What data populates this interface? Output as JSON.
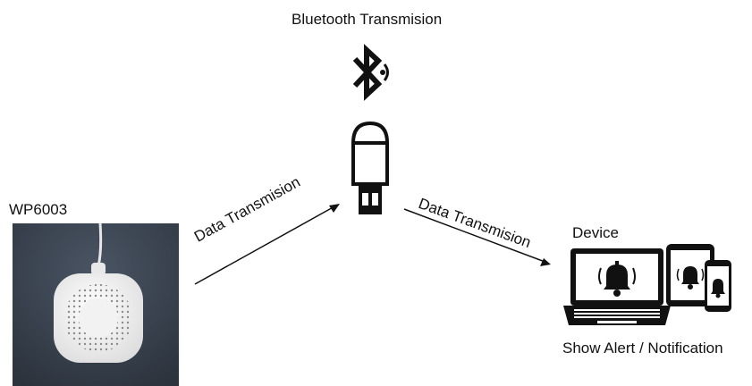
{
  "title": "Bluetooth Transmision",
  "sensor": {
    "label": "WP6003"
  },
  "arrows": {
    "left_label": "Data Transmision",
    "right_label": "Data Transmision"
  },
  "target": {
    "label": "Device",
    "caption": "Show Alert / Notification"
  },
  "icons": {
    "bluetooth": "bluetooth-signal-icon",
    "dongle": "usb-dongle-icon",
    "laptop": "laptop-bell-icon",
    "tablet": "tablet-bell-icon",
    "phone": "phone-bell-icon"
  },
  "colors": {
    "ink": "#111111",
    "photo_bg": "#3a4452",
    "device_body": "#f4f4f4"
  }
}
